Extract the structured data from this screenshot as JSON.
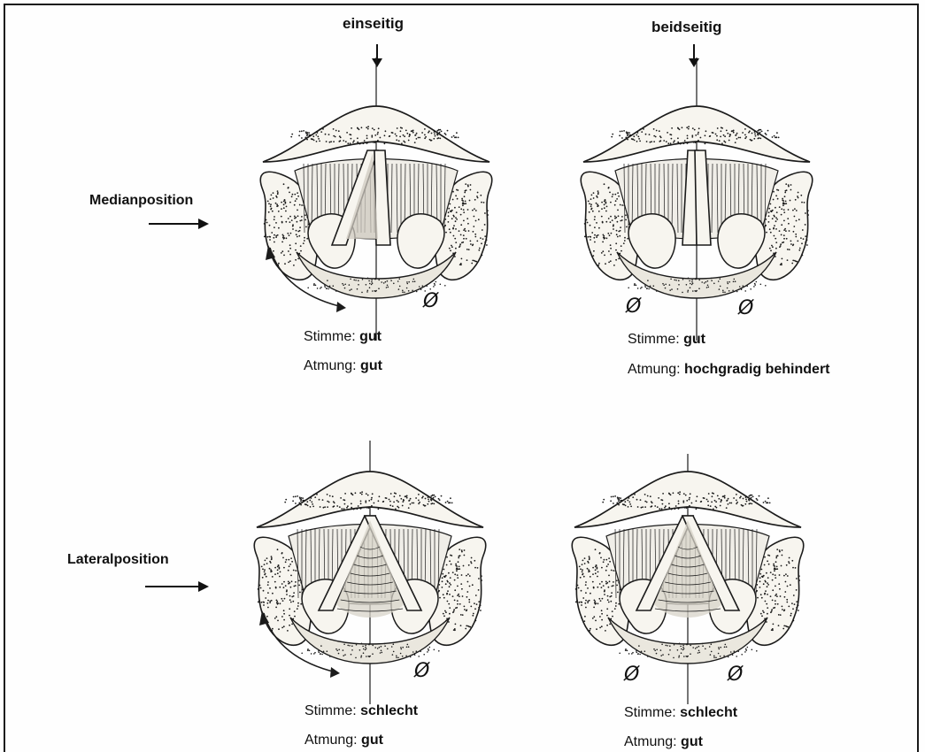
{
  "columns": {
    "left_label": "einseitig",
    "right_label": "beidseitig"
  },
  "rows": {
    "top_label": "Medianposition",
    "bottom_label": "Lateralposition"
  },
  "paralysis_symbol": "Ø",
  "captions": {
    "median_unilateral": {
      "voice_label": "Stimme:",
      "voice_value": "gut",
      "breath_label": "Atmung:",
      "breath_value": "gut"
    },
    "median_bilateral": {
      "voice_label": "Stimme:",
      "voice_value": "gut",
      "breath_label": "Atmung:",
      "breath_value": "hochgradig behindert"
    },
    "lateral_unilateral": {
      "voice_label": "Stimme:",
      "voice_value": "schlecht",
      "breath_label": "Atmung:",
      "breath_value": "gut"
    },
    "lateral_bilateral": {
      "voice_label": "Stimme:",
      "voice_value": "schlecht",
      "breath_label": "Atmung:",
      "breath_value": "gut"
    }
  }
}
